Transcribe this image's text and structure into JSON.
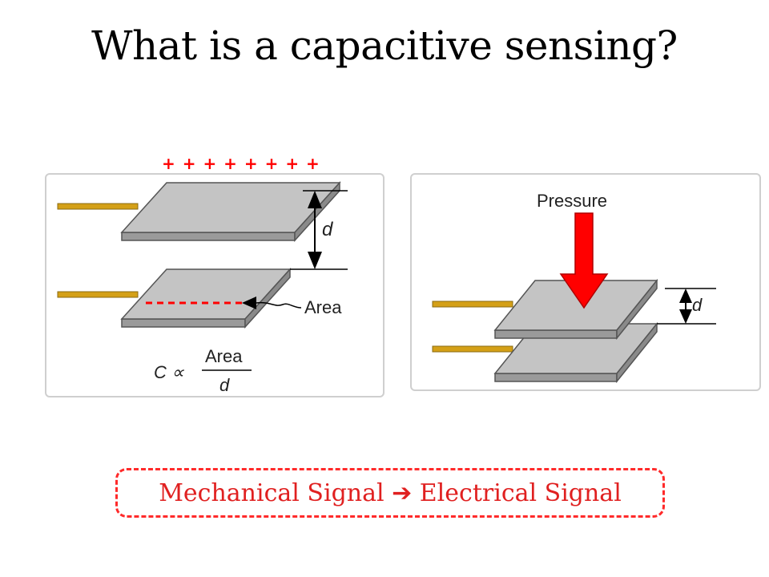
{
  "title": "What is a capacitive sensing?",
  "left_diagram": {
    "charges": "+ + + + + + + +",
    "gap_label": "d",
    "area_label": "Area",
    "formula": {
      "lhs": "C ∝",
      "numerator": "Area",
      "denominator": "d"
    }
  },
  "right_diagram": {
    "pressure_label": "Pressure",
    "gap_label": "d"
  },
  "caption": "Mechanical Signal ➔ Electrical Signal",
  "colors": {
    "plate_fill": "#c4c4c4",
    "plate_edge": "#555555",
    "wire": "#d4a017",
    "arrow_red": "#ff0000",
    "caption_red": "#e02020"
  }
}
